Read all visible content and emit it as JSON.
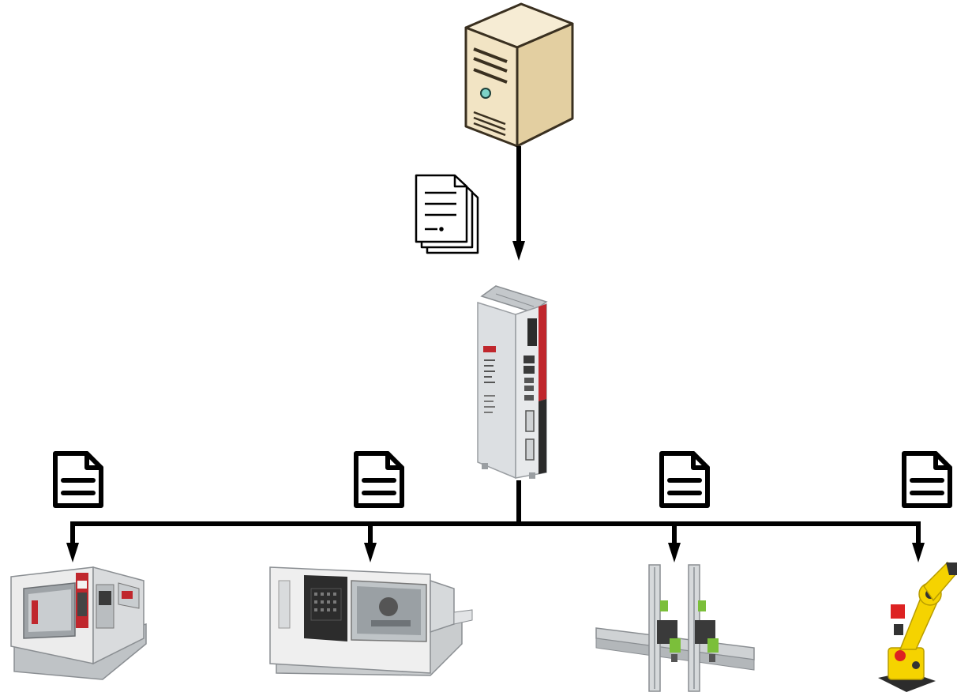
{
  "diagram": {
    "nodes": [
      {
        "id": "server",
        "icon": "server-tower-icon"
      },
      {
        "id": "controller",
        "icon": "industrial-pc-controller-icon"
      },
      {
        "id": "machine-1",
        "icon": "cnc-machining-center-icon"
      },
      {
        "id": "machine-2",
        "icon": "cnc-lathe-icon"
      },
      {
        "id": "machine-3",
        "icon": "gantry-robot-icon"
      },
      {
        "id": "machine-4",
        "icon": "industrial-robot-arm-icon"
      }
    ],
    "edges": [
      {
        "from": "server",
        "to": "controller",
        "payload": "document-stack-icon"
      },
      {
        "from": "controller",
        "to": "machine-1",
        "payload": "document-icon"
      },
      {
        "from": "controller",
        "to": "machine-2",
        "payload": "document-icon"
      },
      {
        "from": "controller",
        "to": "machine-3",
        "payload": "document-icon"
      },
      {
        "from": "controller",
        "to": "machine-4",
        "payload": "document-icon"
      }
    ],
    "colors": {
      "line": "#000000",
      "server_beige": "#f2e4c4",
      "server_outline": "#3a3020",
      "controller_red": "#c0272d",
      "controller_grey": "#d9dcde",
      "robot_yellow": "#f5d300",
      "machine_grey": "#e6e6e6",
      "panel_dark": "#2c2c2c"
    }
  }
}
